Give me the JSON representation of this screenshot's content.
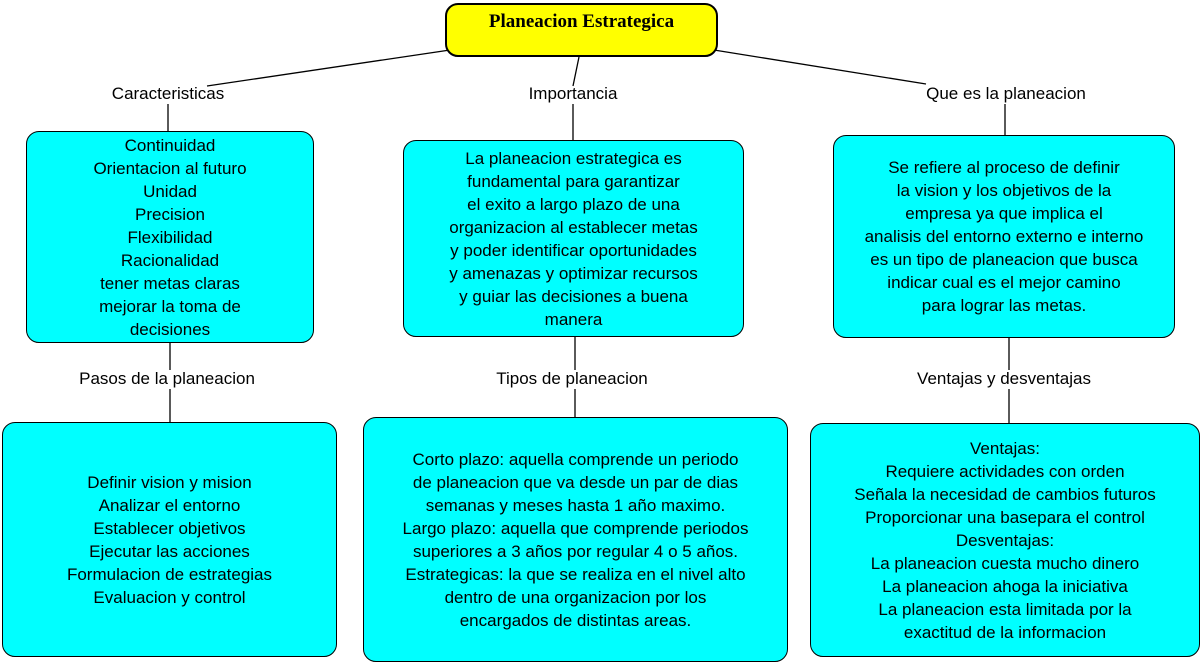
{
  "title": {
    "label": "Planeacion Estrategica"
  },
  "top_row": [
    {
      "connector_label": "Caracteristicas",
      "lines": [
        "Continuidad",
        "Orientacion al futuro",
        "Unidad",
        "Precision",
        "Flexibilidad",
        "Racionalidad",
        "tener metas claras",
        "mejorar la toma de",
        "decisiones"
      ]
    },
    {
      "connector_label": "Importancia",
      "lines": [
        "La planeacion estrategica es",
        "fundamental para garantizar",
        "el exito a largo plazo de una",
        "organizacion al establecer metas",
        "y poder identificar oportunidades",
        "y amenazas y optimizar recursos",
        "y guiar las decisiones a buena",
        "manera"
      ]
    },
    {
      "connector_label": "Que es la planeacion",
      "lines": [
        "Se refiere al proceso de definir",
        "la vision y los objetivos de la",
        "empresa ya que implica el",
        "analisis del entorno externo e interno",
        "es un tipo de planeacion que busca",
        "indicar cual es el mejor camino",
        "para lograr las metas."
      ]
    }
  ],
  "bottom_row": [
    {
      "connector_label": "Pasos de la planeacion",
      "lines": [
        "Definir vision y mision",
        "Analizar el entorno",
        "Establecer objetivos",
        "Ejecutar las acciones",
        "Formulacion de estrategias",
        "Evaluacion y control"
      ]
    },
    {
      "connector_label": "Tipos de planeacion",
      "lines": [
        "Corto plazo: aquella comprende un periodo",
        "de planeacion que va desde un par de dias",
        "semanas y meses hasta 1 año maximo.",
        "Largo plazo: aquella que comprende periodos",
        "superiores a 3 años por regular 4 o 5 años.",
        "Estrategicas: la que se realiza en el nivel alto",
        "dentro de una organizacion por los",
        "encargados de distintas areas."
      ]
    },
    {
      "connector_label": "Ventajas y desventajas",
      "lines": [
        "Ventajas:",
        "Requiere actividades con orden",
        "Señala la necesidad de cambios futuros",
        "Proporcionar una basepara el control",
        "Desventajas:",
        "La planeacion cuesta mucho dinero",
        "La planeacion ahoga la iniciativa",
        "La planeacion esta limitada por la",
        "exactitud de la informacion"
      ]
    }
  ],
  "colors": {
    "title_fill": "#FFFF00",
    "node_fill": "#00FFFF",
    "line_color": "#000000",
    "background": "#FFFFFF"
  }
}
